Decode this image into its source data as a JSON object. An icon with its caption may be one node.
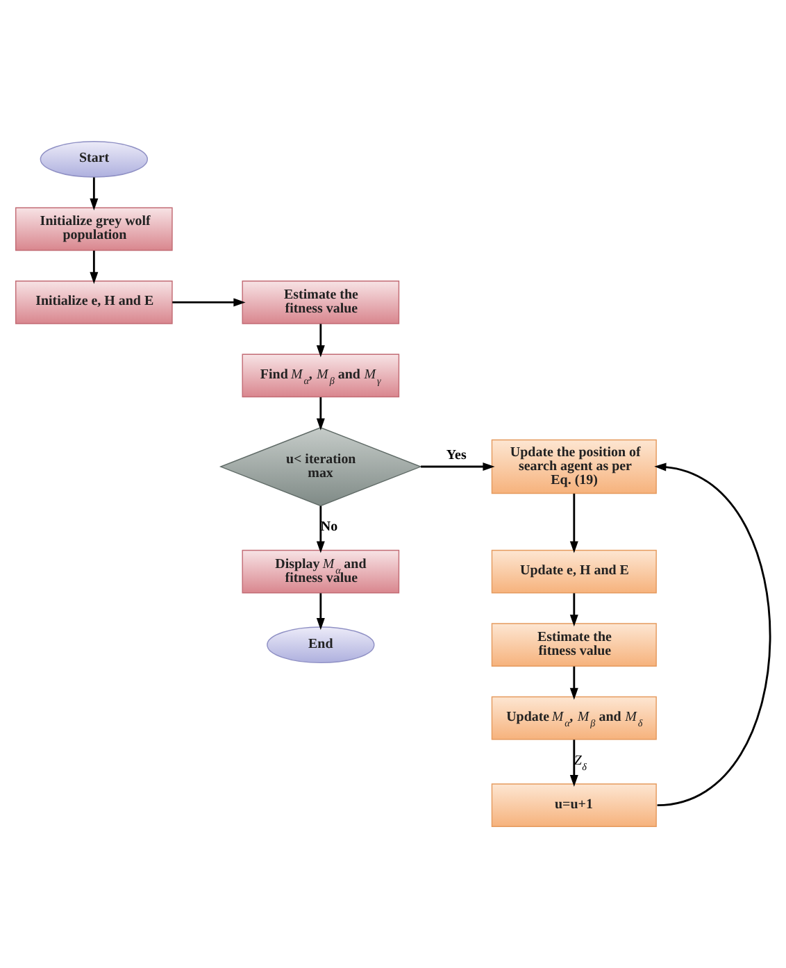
{
  "diagram": {
    "nodes": [
      {
        "text": [
          "Start"
        ]
      },
      {
        "text": [
          "Initialize grey wolf population"
        ]
      },
      {
        "text": [
          "Initialize e, H and E"
        ]
      },
      {
        "text": [
          "Estimate the fitness value"
        ]
      },
      {
        "text": [
          "Find *M*$_{α}$, *M*$_{β}$ and *M*$_{γ}$"
        ]
      },
      {
        "text": [
          "u< iteration max"
        ]
      },
      {
        "text": [
          "Display *M*$_{α}$ and fitness value"
        ]
      },
      {
        "text": [
          "End"
        ]
      },
      {
        "text": [
          "Update the position of search agent as per Eq. (19)"
        ]
      },
      {
        "text": [
          "Update e, H and E"
        ]
      },
      {
        "text": [
          "Estimate the fitness value"
        ]
      },
      {
        "text": [
          "Update *M*$_{α}$, *M*$_{β}$ and *M*$_{δ}$"
        ]
      },
      {
        "text": [
          "u=u+1"
        ]
      }
    ],
    "edges": [
      {
        "from": 0,
        "to": 1,
        "arrow": "to"
      },
      {
        "from": 1,
        "to": 2,
        "arrow": "to"
      },
      {
        "from": 2,
        "to": 3,
        "arrow": "to"
      },
      {
        "from": 3,
        "to": 4,
        "arrow": "to"
      },
      {
        "from": 4,
        "to": 5,
        "arrow": "to"
      },
      {
        "from": 5,
        "to": 8,
        "arrow": "to",
        "label": "Yes"
      },
      {
        "from": 5,
        "to": 6,
        "arrow": "to",
        "label": "No"
      },
      {
        "from": 6,
        "to": 7,
        "arrow": "to"
      },
      {
        "from": 8,
        "to": 9,
        "arrow": "to"
      },
      {
        "from": 9,
        "to": 10,
        "arrow": "to"
      },
      {
        "from": 10,
        "to": 11,
        "arrow": "to"
      },
      {
        "from": 11,
        "to": 12,
        "arrow": "to",
        "label": "*Z*$_{δ}$"
      },
      {
        "from": 12,
        "to": 8,
        "arrow": "to"
      }
    ]
  }
}
